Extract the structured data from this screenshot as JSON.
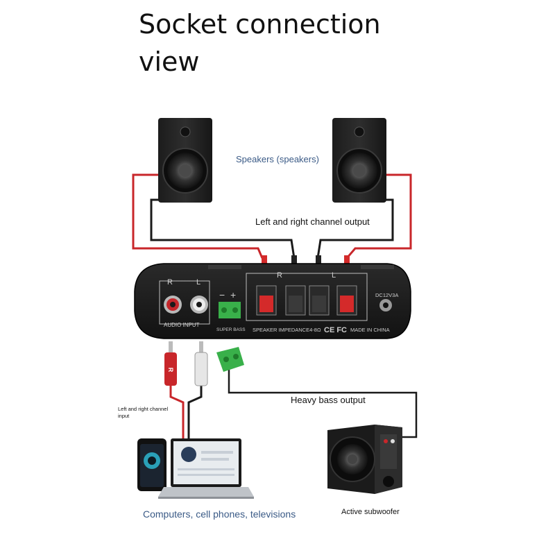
{
  "title": "Socket connection view",
  "labels": {
    "speakers": "Speakers (speakers)",
    "channel_output": "Left and right channel output",
    "input": "Left and right channel input",
    "bass_output": "Heavy bass output",
    "sources": "Computers, cell phones, televisions",
    "subwoofer": "Active subwoofer"
  },
  "panel": {
    "r": "R",
    "l": "L",
    "audio_input": "AUDIO INPUT",
    "minus": "−",
    "plus": "+",
    "super_bass": "SUPER BASS",
    "spk_r": "R",
    "spk_l": "L",
    "impedance": "SPEAKER IMPEDANCE4-8Ω",
    "ce_fc": "CE FC",
    "made_in": "MADE IN CHINA",
    "power": "DC12V3A",
    "rca_mark": "R"
  },
  "colors": {
    "red_wire": "#c8262a",
    "black_wire": "#1a1a1a",
    "terminal_green": "#39b04a",
    "label_blue": "#3a5a86"
  }
}
